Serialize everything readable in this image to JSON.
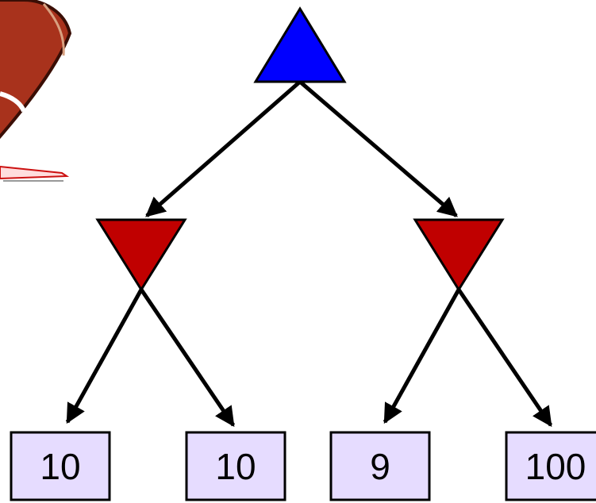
{
  "colors": {
    "max_node": "#0000ff",
    "min_node": "#c00000",
    "leaf_fill": "#e6dcff",
    "edge": "#000000",
    "football": "#a8321c"
  },
  "nodes": {
    "root": {
      "type": "max",
      "shape": "up-triangle"
    },
    "left": {
      "type": "min",
      "shape": "down-triangle"
    },
    "right": {
      "type": "min",
      "shape": "down-triangle"
    }
  },
  "leaves": [
    "10",
    "10",
    "9",
    "100"
  ],
  "decorations": {
    "corner_image": "football-icon"
  }
}
